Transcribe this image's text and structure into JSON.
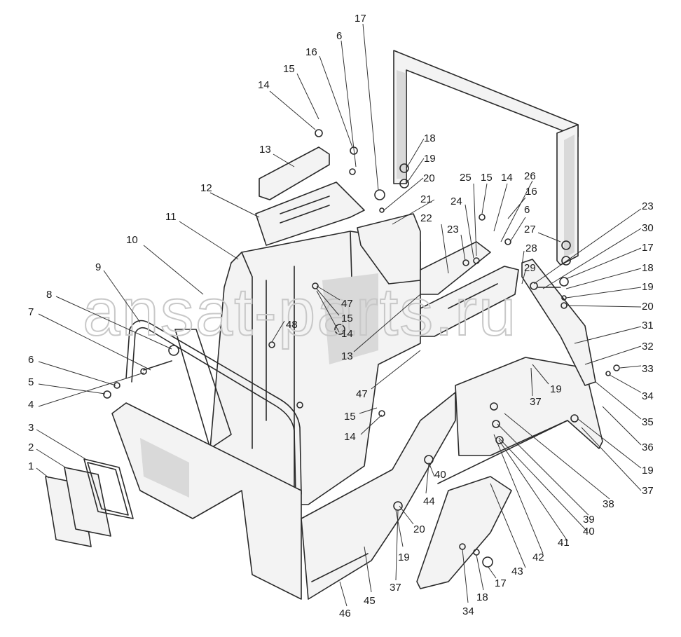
{
  "watermark": "ansat-parts.ru",
  "callouts": [
    {
      "label": "1"
    },
    {
      "label": "2"
    },
    {
      "label": "3"
    },
    {
      "label": "4"
    },
    {
      "label": "5"
    },
    {
      "label": "6"
    },
    {
      "label": "7"
    },
    {
      "label": "8"
    },
    {
      "label": "9"
    },
    {
      "label": "10"
    },
    {
      "label": "11"
    },
    {
      "label": "12"
    },
    {
      "label": "13"
    },
    {
      "label": "14"
    },
    {
      "label": "15"
    },
    {
      "label": "16"
    },
    {
      "label": "6"
    },
    {
      "label": "17"
    },
    {
      "label": "18"
    },
    {
      "label": "19"
    },
    {
      "label": "20"
    },
    {
      "label": "21"
    },
    {
      "label": "22"
    },
    {
      "label": "23"
    },
    {
      "label": "24"
    },
    {
      "label": "25"
    },
    {
      "label": "15"
    },
    {
      "label": "14"
    },
    {
      "label": "26"
    },
    {
      "label": "16"
    },
    {
      "label": "6"
    },
    {
      "label": "27"
    },
    {
      "label": "28"
    },
    {
      "label": "29"
    },
    {
      "label": "23"
    },
    {
      "label": "30"
    },
    {
      "label": "17"
    },
    {
      "label": "18"
    },
    {
      "label": "19"
    },
    {
      "label": "20"
    },
    {
      "label": "31"
    },
    {
      "label": "32"
    },
    {
      "label": "33"
    },
    {
      "label": "34"
    },
    {
      "label": "35"
    },
    {
      "label": "36"
    },
    {
      "label": "19"
    },
    {
      "label": "37"
    },
    {
      "label": "38"
    },
    {
      "label": "39"
    },
    {
      "label": "40"
    },
    {
      "label": "41"
    },
    {
      "label": "42"
    },
    {
      "label": "43"
    },
    {
      "label": "17"
    },
    {
      "label": "18"
    },
    {
      "label": "34"
    },
    {
      "label": "37"
    },
    {
      "label": "19"
    },
    {
      "label": "20"
    },
    {
      "label": "44"
    },
    {
      "label": "40"
    },
    {
      "label": "45"
    },
    {
      "label": "46"
    },
    {
      "label": "47"
    },
    {
      "label": "15"
    },
    {
      "label": "14"
    },
    {
      "label": "47"
    },
    {
      "label": "15"
    },
    {
      "label": "14"
    },
    {
      "label": "48"
    },
    {
      "label": "13"
    },
    {
      "label": "19"
    },
    {
      "label": "37"
    }
  ]
}
